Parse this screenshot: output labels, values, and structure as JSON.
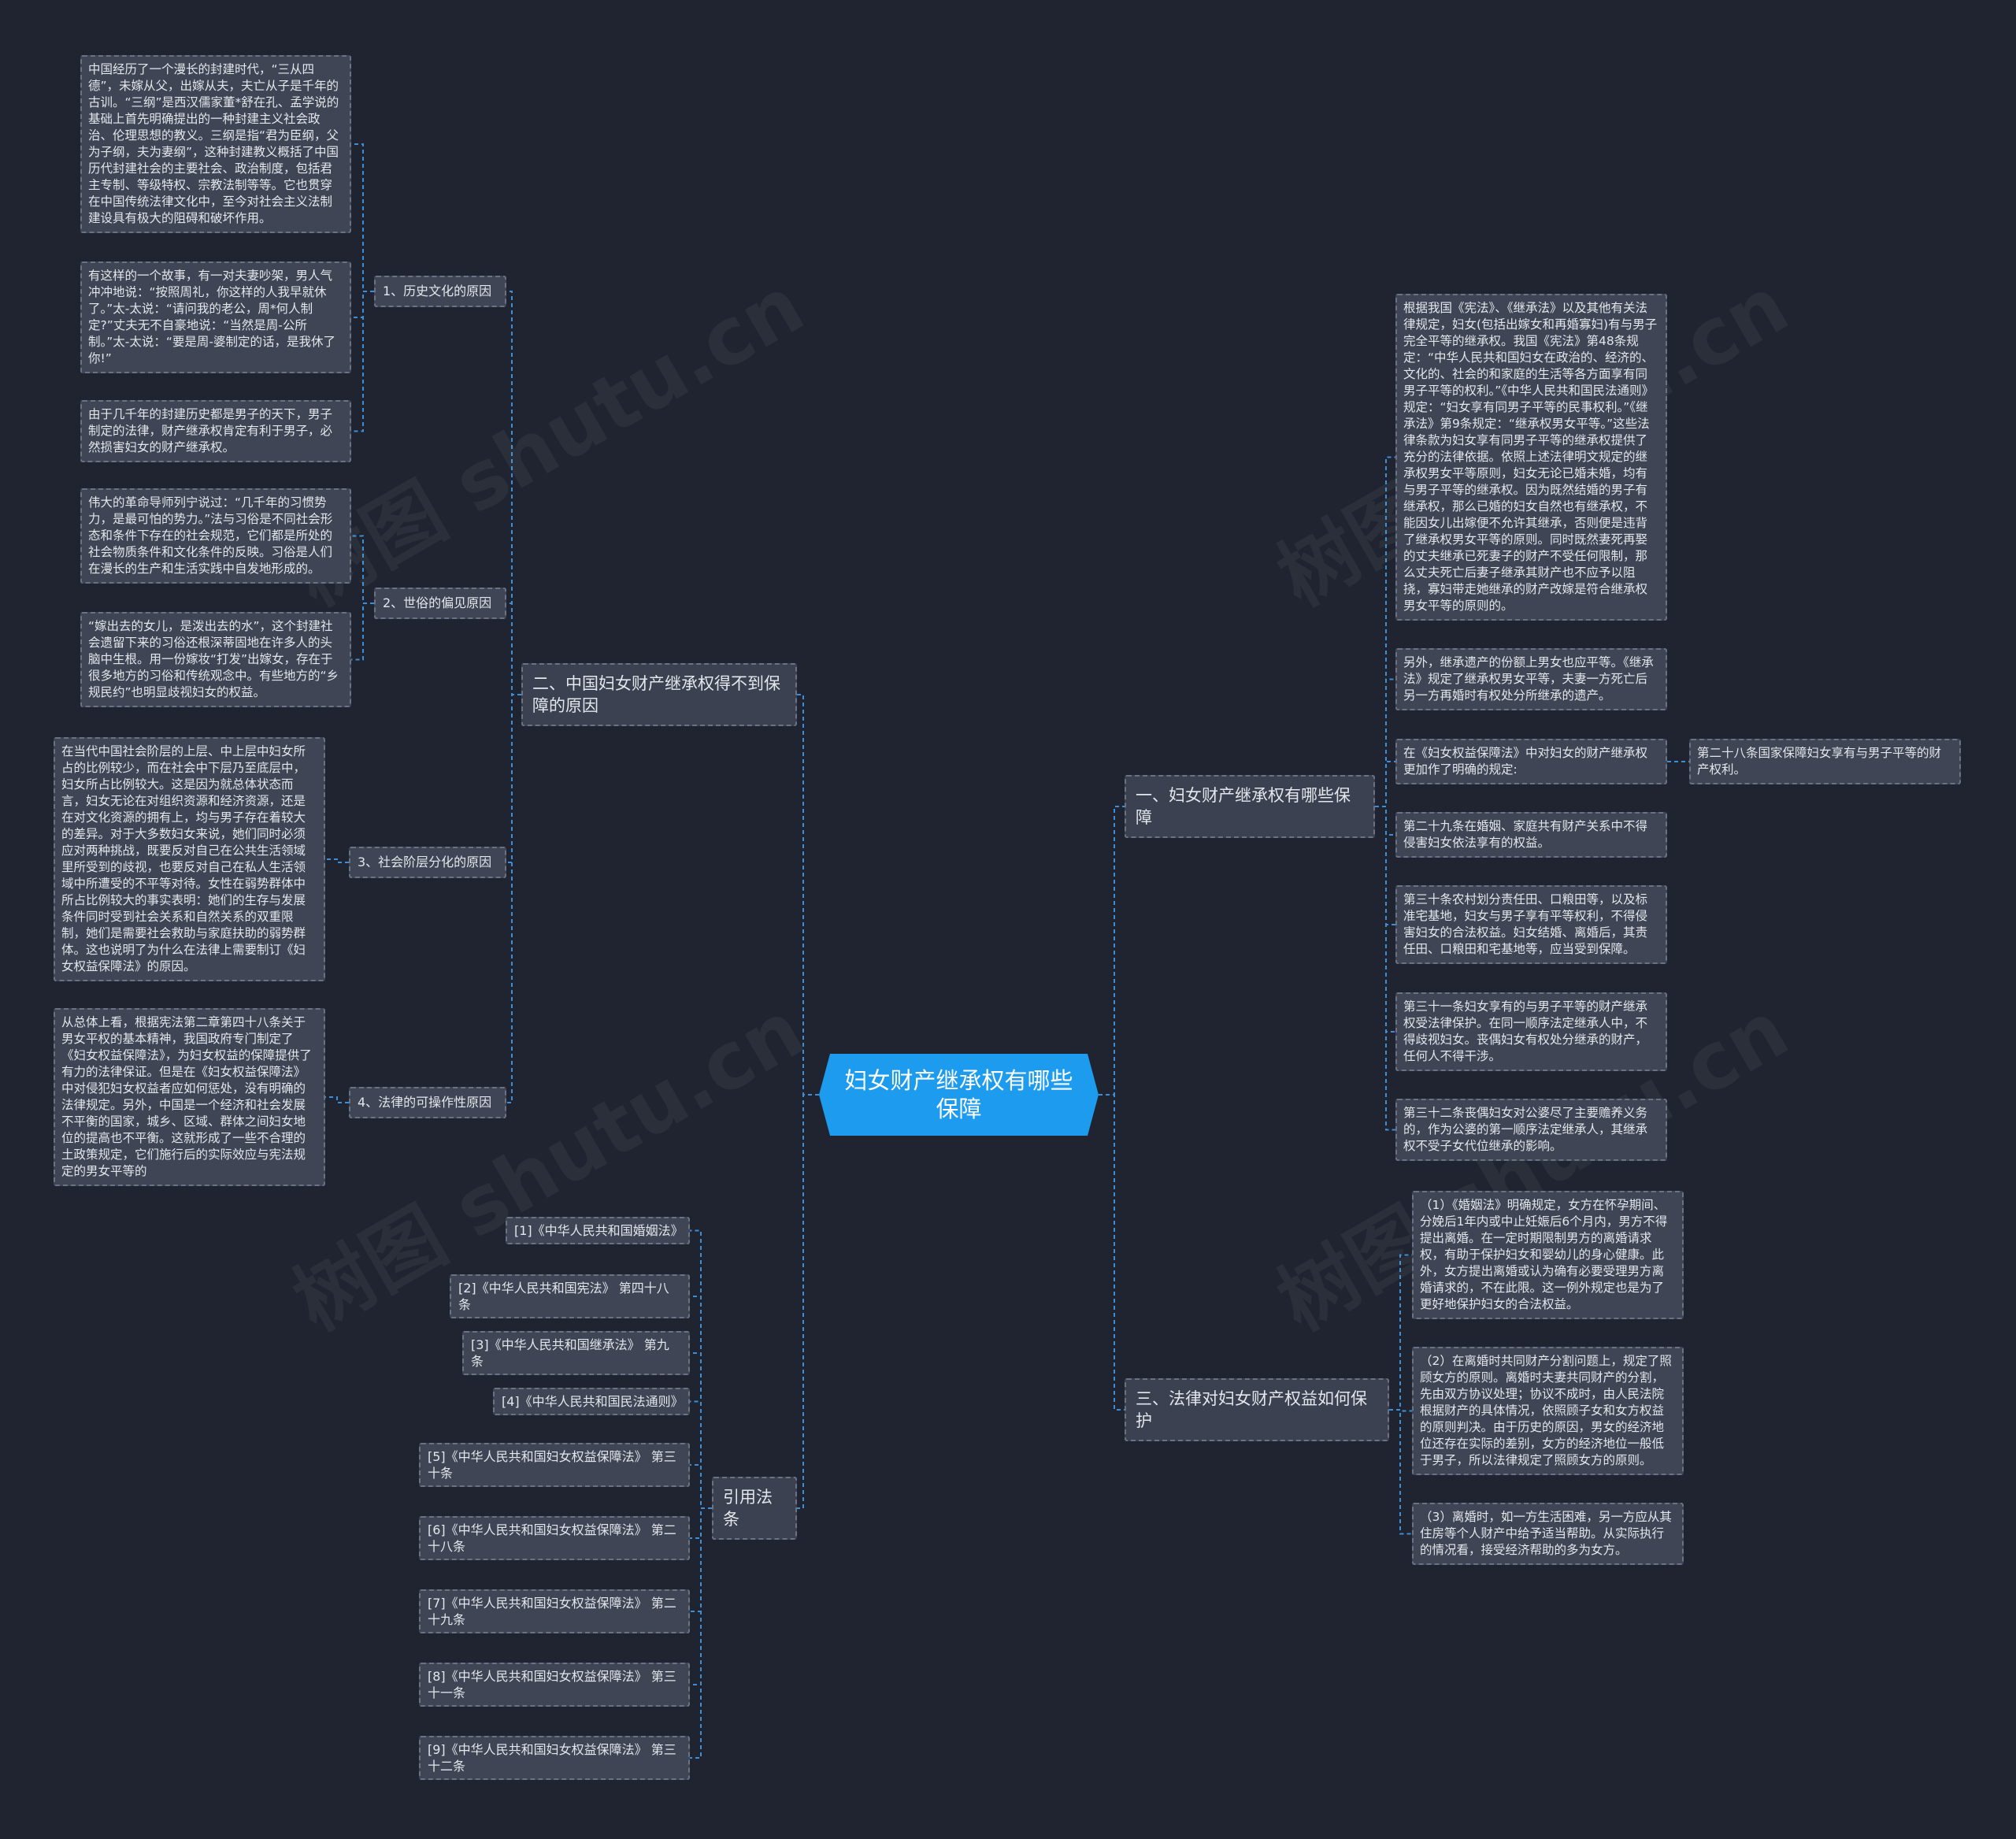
{
  "root": {
    "title": "妇女财产继承权有哪些保障"
  },
  "branches": {
    "b1": {
      "label": "一、妇女财产继承权有哪些保障",
      "items": [
        "根据我国《宪法》、《继承法》以及其他有关法律规定，妇女(包括出嫁女和再婚寡妇)有与男子完全平等的继承权。我国《宪法》第48条规定：“中华人民共和国妇女在政治的、经济的、文化的、社会的和家庭的生活等各方面享有同男子平等的权利。”《中华人民共和国民法通则》规定：“妇女享有同男子平等的民事权利。”《继承法》第9条规定：“继承权男女平等。”这些法律条款为妇女享有同男子平等的继承权提供了充分的法律依据。依照上述法律明文规定的继承权男女平等原则，妇女无论已婚未婚，均有与男子平等的继承权。因为既然结婚的男子有继承权，那么已婚的妇女自然也有继承权，不能因女儿出嫁便不允许其继承，否则便是违背了继承权男女平等的原则。同时既然妻死再娶的丈夫继承已死妻子的财产不受任何限制，那么丈夫死亡后妻子继承其财产也不应予以阻挠，寡妇带走她继承的财产改嫁是符合继承权男女平等的原则的。",
        "另外，继承遗产的份额上男女也应平等。《继承法》规定了继承权男女平等，夫妻一方死亡后另一方再婚时有权处分所继承的遗产。",
        "在《妇女权益保障法》中对妇女的财产继承权更加作了明确的规定:",
        "第二十九条在婚姻、家庭共有财产关系中不得侵害妇女依法享有的权益。",
        "第三十条农村划分责任田、口粮田等，以及标准宅基地，妇女与男子享有平等权利，不得侵害妇女的合法权益。妇女结婚、离婚后，其责任田、口粮田和宅基地等，应当受到保障。",
        "第三十一条妇女享有的与男子平等的财产继承权受法律保护。在同一顺序法定继承人中，不得歧视妇女。丧偶妇女有权处分继承的财产，任何人不得干涉。",
        "第三十二条丧偶妇女对公婆尽了主要赡养义务的，作为公婆的第一顺序法定继承人，其继承权不受子女代位继承的影响。"
      ],
      "extra": "第二十八条国家保障妇女享有与男子平等的财产权利。"
    },
    "b2": {
      "label": "二、中国妇女财产继承权得不到保障的原因",
      "subs": [
        {
          "label": "1、历史文化的原因",
          "leaves": [
            "中国经历了一个漫长的封建时代，“三从四德”，未嫁从父，出嫁从夫，夫亡从子是千年的古训。“三纲”是西汉儒家董*舒在孔、孟学说的基础上首先明确提出的一种封建主义社会政治、伦理思想的教义。三纲是指“君为臣纲，父为子纲，夫为妻纲”，这种封建教义概括了中国历代封建社会的主要社会、政治制度，包括君主专制、等级特权、宗教法制等等。它也贯穿在中国传统法律文化中，至今对社会主义法制建设具有极大的阻碍和破坏作用。",
            "有这样的一个故事，有一对夫妻吵架，男人气冲冲地说：“按照周礼，你这样的人我早就休了。”太-太说：“请问我的老公，周*何人制定?”丈夫无不自豪地说：“当然是周-公所制。”太-太说：“要是周-婆制定的话，是我休了你!”",
            "由于几千年的封建历史都是男子的天下，男子制定的法律，财产继承权肯定有利于男子，必然损害妇女的财产继承权。"
          ]
        },
        {
          "label": "2、世俗的偏见原因",
          "leaves": [
            "伟大的革命导师列宁说过：“几千年的习惯势力，是最可怕的势力。”法与习俗是不同社会形态和条件下存在的社会规范，它们都是所处的社会物质条件和文化条件的反映。习俗是人们在漫长的生产和生活实践中自发地形成的。",
            "“嫁出去的女儿，是泼出去的水”，这个封建社会遗留下来的习俗还根深蒂固地在许多人的头脑中生根。用一份嫁妆“打发”出嫁女，存在于很多地方的习俗和传统观念中。有些地方的“乡规民约”也明显歧视妇女的权益。"
          ]
        },
        {
          "label": "3、社会阶层分化的原因",
          "leaves": [
            "在当代中国社会阶层的上层、中上层中妇女所占的比例较少，而在社会中下层乃至底层中，妇女所占比例较大。这是因为就总体状态而言，妇女无论在对组织资源和经济资源，还是在对文化资源的拥有上，均与男子存在着较大的差异。对于大多数妇女来说，她们同时必须应对两种挑战，既要反对自己在公共生活领域里所受到的歧视，也要反对自己在私人生活领域中所遭受的不平等对待。女性在弱势群体中所占比例较大的事实表明：她们的生存与发展条件同时受到社会关系和自然关系的双重限制，她们是需要社会救助与家庭扶助的弱势群体。这也说明了为什么在法律上需要制订《妇女权益保障法》的原因。"
          ]
        },
        {
          "label": "4、法律的可操作性原因",
          "leaves": [
            "从总体上看，根据宪法第二章第四十八条关于男女平权的基本精神，我国政府专门制定了《妇女权益保障法》，为妇女权益的保障提供了有力的法律保证。但是在《妇女权益保障法》中对侵犯妇女权益者应如何惩处，没有明确的法律规定。另外，中国是一个经济和社会发展不平衡的国家，城乡、区域、群体之间妇女地位的提高也不平衡。这就形成了一些不合理的土政策规定，它们施行后的实际效应与宪法规定的男女平等的"
          ]
        }
      ]
    },
    "b3": {
      "label": "三、法律对妇女财产权益如何保护",
      "items": [
        "（1）《婚姻法》明确规定，女方在怀孕期间、分娩后1年内或中止妊娠后6个月内，男方不得提出离婚。在一定时期限制男方的离婚请求权，有助于保护妇女和婴幼儿的身心健康。此外，女方提出离婚或认为确有必要受理男方离婚请求的，不在此限。这一例外规定也是为了更好地保护妇女的合法权益。",
        "（2）在离婚时共同财产分割问题上，规定了照顾女方的原则。离婚时夫妻共同财产的分割，先由双方协议处理；协议不成时，由人民法院根据财产的具体情况，依照顾子女和女方权益的原则判决。由于历史的原因，男女的经济地位还存在实际的差别，女方的经济地位一般低于男子，所以法律规定了照顾女方的原则。",
        "（3）离婚时，如一方生活困难，另一方应从其住房等个人财产中给予适当帮助。从实际执行的情况看，接受经济帮助的多为女方。"
      ]
    },
    "b4": {
      "label": "引用法条",
      "refs": [
        "[1]《中华人民共和国婚姻法》",
        "[2]《中华人民共和国宪法》 第四十八条",
        "[3]《中华人民共和国继承法》 第九条",
        "[4]《中华人民共和国民法通则》",
        "[5]《中华人民共和国妇女权益保障法》 第三十条",
        "[6]《中华人民共和国妇女权益保障法》 第二十八条",
        "[7]《中华人民共和国妇女权益保障法》 第二十九条",
        "[8]《中华人民共和国妇女权益保障法》 第三十一条",
        "[9]《中华人民共和国妇女权益保障法》 第三十二条"
      ]
    }
  },
  "watermark": "树图 shutu.cn",
  "colors": {
    "background": "#1f2430",
    "root": "#1c9bef",
    "node": "#3f4554",
    "line": "#3a8fd6"
  }
}
